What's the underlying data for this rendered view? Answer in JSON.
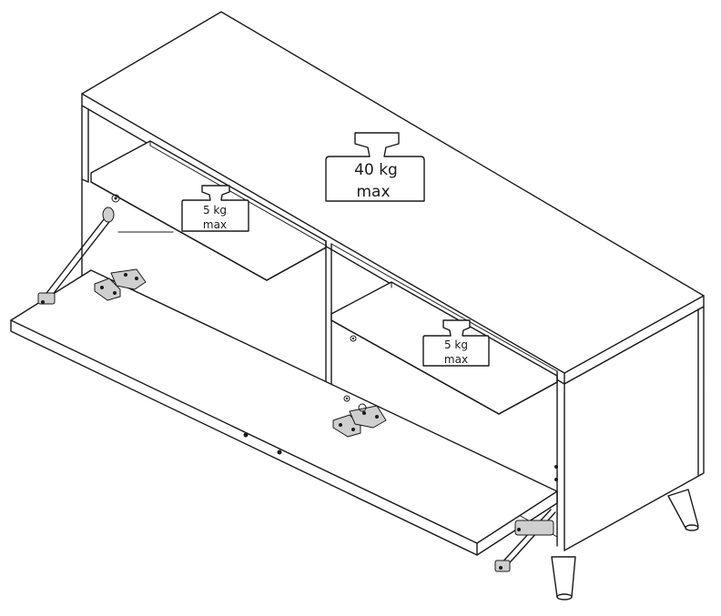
{
  "weight_labels": {
    "top": {
      "weight": "40 kg",
      "unit": "max"
    },
    "left_shelf": {
      "weight": "5 kg",
      "unit": "max"
    },
    "right_shelf": {
      "weight": "5 kg",
      "unit": "max"
    }
  },
  "colors": {
    "line": "#1a1a1a",
    "background": "#ffffff",
    "hardware_shade": "#cfcfcf"
  }
}
